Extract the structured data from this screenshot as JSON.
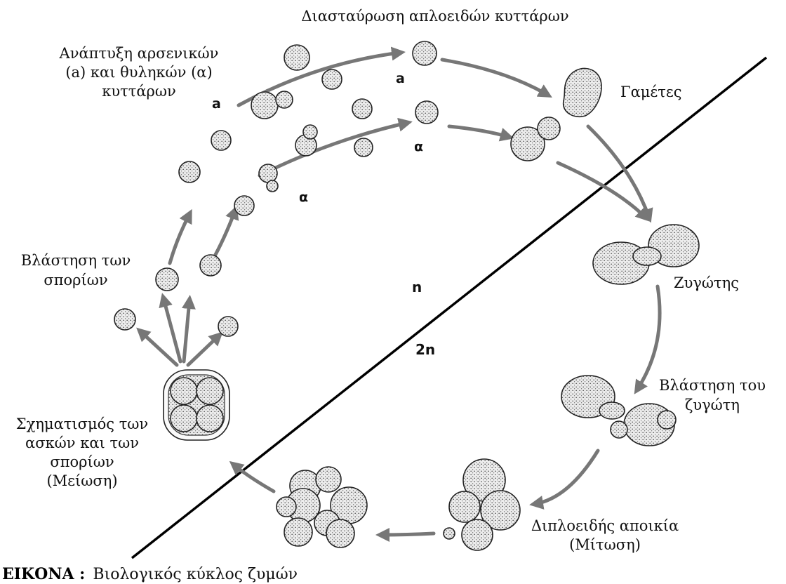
{
  "labels": {
    "haploid_cross": "Διασταύρωση απλοειδών κυττάρων",
    "development_line1": "Ανάπτυξη αρσενικών",
    "development_line2": "(a) και θυληκών (α)",
    "development_line3": "κυττάρων",
    "gametes": "Γαμέτες",
    "zygote": "Ζυγώτης",
    "zygote_germination_line1": "Βλάστηση του",
    "zygote_germination_line2": "ζυγώτη",
    "diploid_colony_line1": "Διπλοειδής αποικία",
    "diploid_colony_line2": "(Μίτωση)",
    "asci_line1": "Σχηματισμός των",
    "asci_line2": "ασκών και των",
    "asci_line3": "σπορίων",
    "asci_line4": "(Μείωση)",
    "spore_germination_line1": "Βλάστηση των",
    "spore_germination_line2": "σπορίων"
  },
  "mating_types": {
    "male_upper": "a",
    "male_left": "a",
    "female_upper": "α",
    "female_left": "α"
  },
  "ploidy": {
    "haploid": "n",
    "diploid": "2n"
  },
  "caption": {
    "prefix": "ΕΙΚΟΝΑ :",
    "text": "Βιολογικός κύκλος ζυμών"
  },
  "colors": {
    "arrow": "#777777",
    "cell_outline": "#222222",
    "divider": "#000000"
  }
}
